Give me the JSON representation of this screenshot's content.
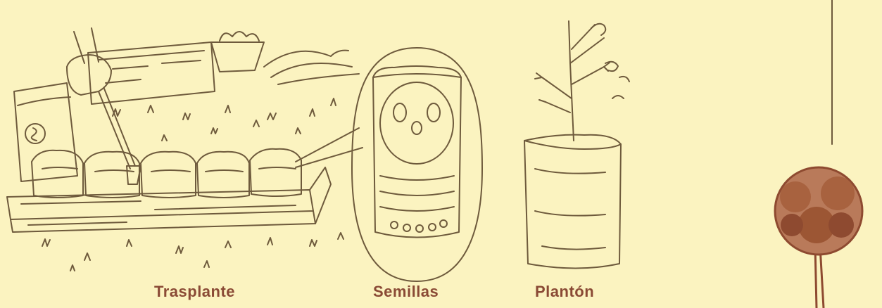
{
  "captions": {
    "trasplante": "Trasplante",
    "semillas": "Semillas",
    "planton": "Plantón"
  },
  "colors": {
    "background": "#fbf3c0",
    "line": "#6e5a3c",
    "caption": "#8a4a35",
    "tree": "#8e4a30"
  }
}
